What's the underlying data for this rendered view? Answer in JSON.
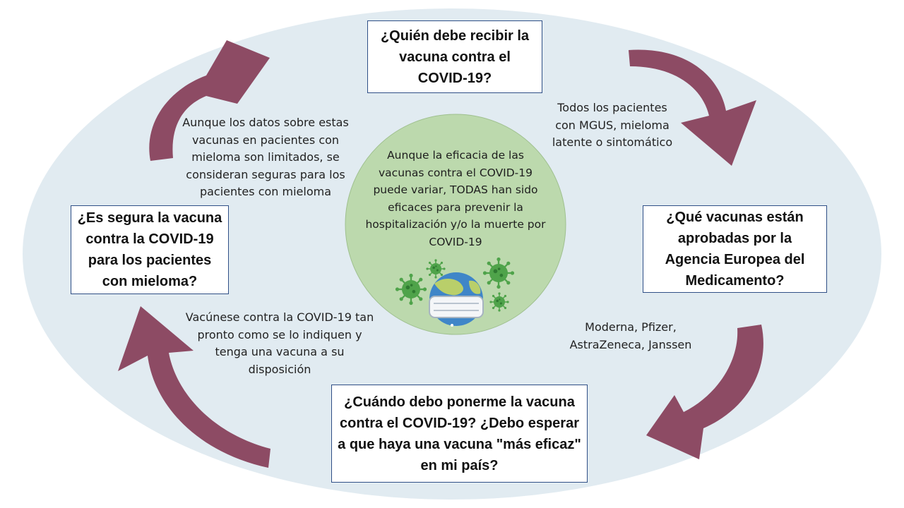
{
  "colors": {
    "ellipse": "#e1ebf1",
    "arrow": "#8d4b64",
    "center_circle": "#bcd9ad",
    "box_border": "#2f4f86",
    "virus": "#4fa34a"
  },
  "center": {
    "text": "Aunque la eficacia de las vacunas contra el COVID-19 puede variar, TODAS han sido eficaces para prevenir la hospitalización y/o la muerte por COVID-19",
    "icon": "globe-with-mask-and-virus-icons"
  },
  "questions": {
    "top": "¿Quién debe recibir la vacuna contra el COVID-19?",
    "right": "¿Qué vacunas están aprobadas por la Agencia Europea del Medicamento?",
    "bottom": "¿Cuándo debo ponerme la vacuna contra el COVID-19? ¿Debo esperar a que haya una vacuna \"más eficaz\" en mi país?",
    "left": "¿Es segura la vacuna contra la COVID-19 para los pacientes con mieloma?"
  },
  "answers": {
    "top_right": "Todos los pacientes con MGUS, mieloma latente o sintomático",
    "bottom_right": "Moderna, Pfizer, AstraZeneca, Janssen",
    "bottom_left": "Vacúnese contra la COVID-19 tan pronto como se lo indiquen y tenga una vacuna a su disposición",
    "top_left": "Aunque los datos sobre estas vacunas en pacientes con mieloma son limitados, se consideran seguras para los pacientes con mieloma"
  }
}
